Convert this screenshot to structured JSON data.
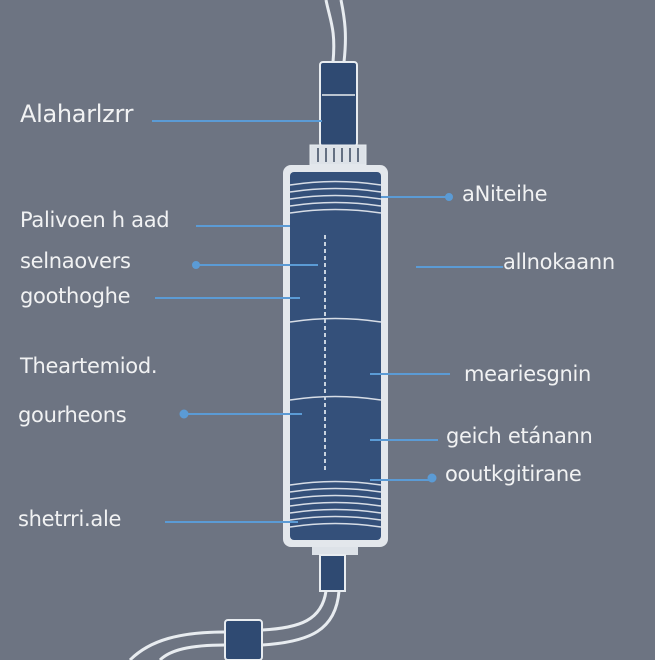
{
  "colors": {
    "background": "#6d7482",
    "leader": "#5b9bd5",
    "body": "#34507a",
    "outline": "#e8ecf0"
  },
  "labels_left": [
    "Alaharlzrr",
    "Palivoen h aad",
    "selnaovers",
    "goothoghe",
    "Theartemiod.",
    "gourheons",
    "shetrri.ale"
  ],
  "labels_right": [
    "aNiteihe",
    "allnokaann",
    "meariesgnin",
    "geich etánann",
    "ooutkgitirane"
  ]
}
